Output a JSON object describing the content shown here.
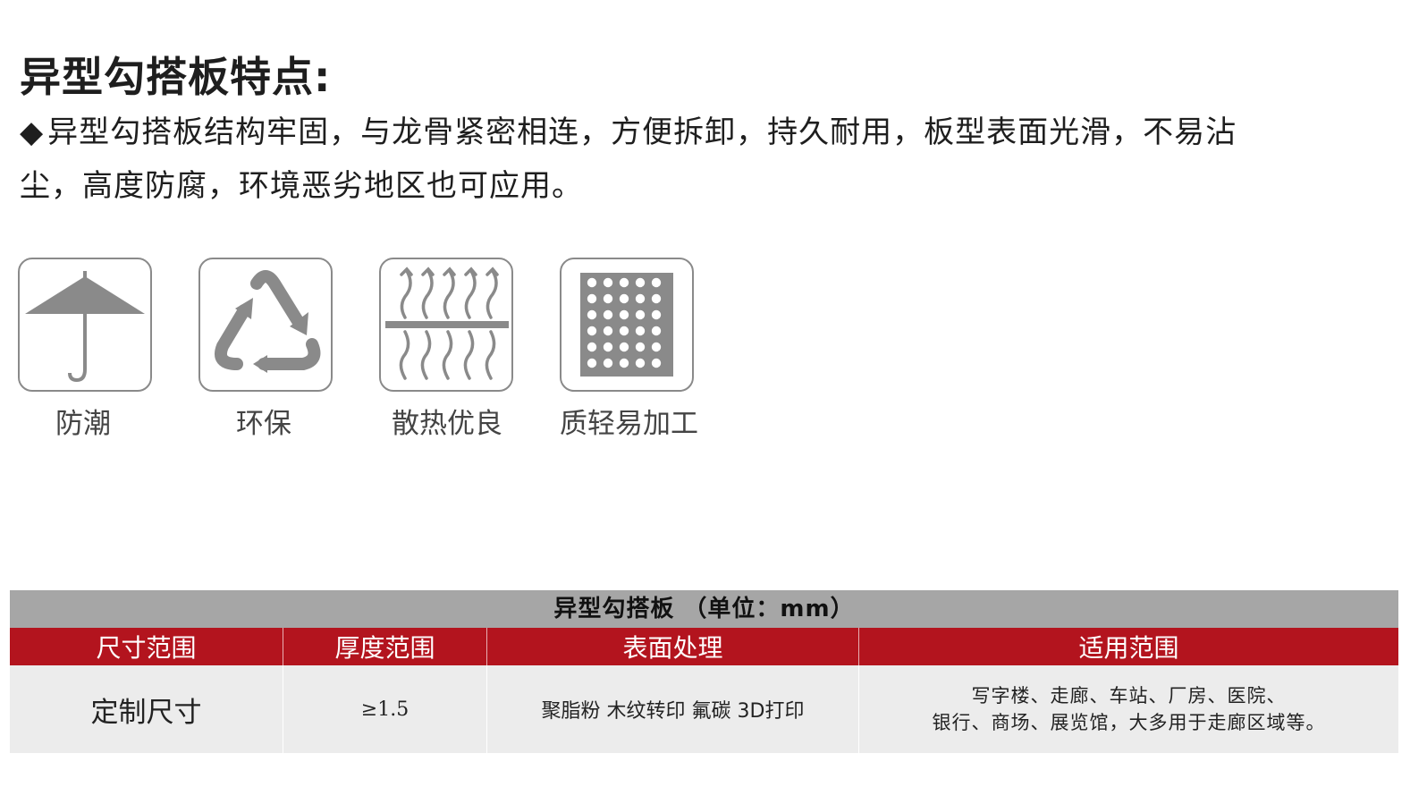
{
  "section": {
    "title": "异型勾搭板特点:",
    "bullet": "◆",
    "description": "异型勾搭板结构牢固，与龙骨紧密相连，方便拆卸，持久耐用，板型表面光滑，不易沾尘，高度防腐，环境恶劣地区也可应用。"
  },
  "features": [
    {
      "icon": "umbrella-icon",
      "label": "防潮"
    },
    {
      "icon": "recycle-icon",
      "label": "环保"
    },
    {
      "icon": "heat-dissipation-icon",
      "label": "散热优良"
    },
    {
      "icon": "perforated-panel-icon",
      "label": "质轻易加工"
    }
  ],
  "table": {
    "caption": "异型勾搭板  （单位：mm）",
    "headers": [
      "尺寸范围",
      "厚度范围",
      "表面处理",
      "适用范围"
    ],
    "row": {
      "size": "定制尺寸",
      "thickness": "≥1.5",
      "surface": "聚脂粉  木纹转印 氟碳  3D打印",
      "application_line1": "写字楼、走廊、车站、厂房、医院、",
      "application_line2": "银行、商场、展览馆，大多用于走廊区域等。"
    }
  },
  "colors": {
    "header_red": "#b3141e",
    "caption_gray": "#a6a6a6",
    "row_gray": "#ececec",
    "icon_gray": "#8a8a8a"
  }
}
